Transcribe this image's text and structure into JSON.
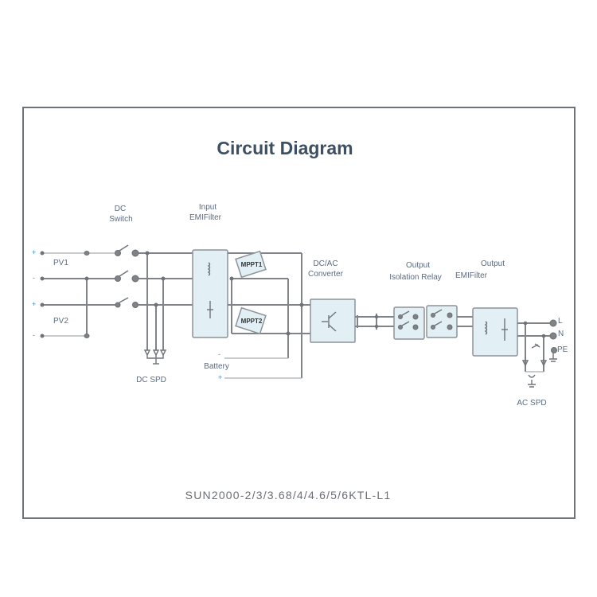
{
  "title": "Circuit Diagram",
  "model": "SUN2000-2/3/3.68/4/4.6/5/6KTL-L1",
  "labels": {
    "dc_switch_1": "DC",
    "dc_switch_2": "Switch",
    "input_emi_1": "Input",
    "input_emi_2": "EMIFilter",
    "pv1": "PV1",
    "pv2": "PV2",
    "dc_spd": "DC SPD",
    "mppt1": "MPPT1",
    "mppt2": "MPPT2",
    "battery": "Battery",
    "dcac_1": "DC/AC",
    "dcac_2": "Converter",
    "relay_1": "Output",
    "relay_2": "Isolation Relay",
    "out_emi_1": "Output",
    "out_emi_2": "EMIFilter",
    "l": "L",
    "n": "N",
    "pe": "PE",
    "ac_spd": "AC SPD"
  },
  "polarity": {
    "pv1_plus": "+",
    "pv1_minus": "-",
    "pv2_plus": "+",
    "pv2_minus": "-",
    "bat_minus": "-",
    "bat_plus": "+"
  },
  "colors": {
    "title": "#3d4f63",
    "box_fill": "#e2f0f6",
    "wire": "#808488",
    "frame": "#6d737a"
  }
}
